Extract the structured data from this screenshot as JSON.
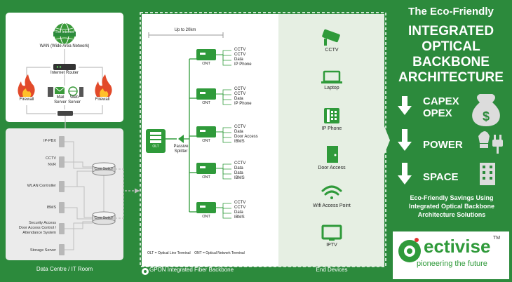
{
  "wan": {
    "internet": "The Internet",
    "wan_label": "WAN (Wide Area Network)",
    "router": "Internet Router",
    "firewall_left": "Firewall",
    "firewall_right": "Firewall",
    "mail_server": "Mail Server",
    "web_server": "Web Server"
  },
  "data_centre": {
    "title": "Data Centre / IT Room",
    "systems": [
      "IP-PBX",
      "CCTV",
      "NVR",
      "WLAN Controller",
      "IBMS",
      "Security Access",
      "Door Access Control / Attendance System",
      "Storage Server"
    ],
    "core_switch_1": "Core Switch",
    "core_switch_2": "Core Switch"
  },
  "gpon": {
    "title": "GPON Integrated Fiber Backbone",
    "distance": "Up to 20km",
    "olt": "OLT",
    "splitter": "Passive Splitter",
    "legend_olt": "OLT = Optical Line Terminal",
    "legend_ont": "ONT = Optical Network Terminal",
    "onts": [
      {
        "label": "ONT",
        "services": [
          "CCTV",
          "CCTV",
          "Data",
          "IP Phone"
        ]
      },
      {
        "label": "ONT",
        "services": [
          "CCTV",
          "CCTV",
          "Data",
          "IP Phone"
        ]
      },
      {
        "label": "ONT",
        "services": [
          "CCTV",
          "Data",
          "Door Access",
          "IBMS"
        ]
      },
      {
        "label": "ONT",
        "services": [
          "CCTV",
          "Data",
          "Data",
          "IBMS"
        ]
      },
      {
        "label": "ONT",
        "services": [
          "CCTV",
          "CCTV",
          "Data",
          "IBMS"
        ]
      }
    ]
  },
  "end_devices": {
    "title": "End Devices",
    "items": [
      "CCTV",
      "Laptop",
      "IP Phone",
      "Door Access",
      "Wifi Access Point",
      "IPTV"
    ]
  },
  "right": {
    "headline_1": "The Eco-Friendly",
    "headline_2": "INTEGRATED",
    "headline_3": "OPTICAL",
    "headline_4": "BACKBONE",
    "headline_5": "ARCHITECTURE",
    "capex": "CAPEX",
    "opex": "OPEX",
    "power": "POWER",
    "space": "SPACE",
    "savings_1": "Eco-Friendly Savings Using",
    "savings_2": "Integrated Optical Backbone",
    "savings_3": "Architecture Solutions"
  },
  "logo": {
    "brand": "ectivise",
    "tm": "TM",
    "tagline": "pioneering the future"
  }
}
